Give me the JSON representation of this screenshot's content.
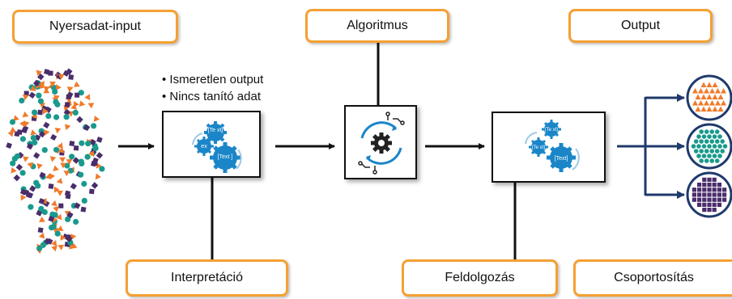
{
  "labels": {
    "raw_input": "Nyersadat-input",
    "algorithm": "Algoritmus",
    "output": "Output",
    "interpretation": "Interpretáció",
    "processing": "Feldolgozás",
    "grouping": "Csoportosítás"
  },
  "notes": [
    "Ismeretlen output",
    "Nincs tanító adat"
  ],
  "gear_texts": {
    "interp": [
      "[Te xt]",
      "ex",
      "[Text ]"
    ],
    "proc": [
      "[Te xt]",
      "[Te xt]",
      "[Text]"
    ]
  },
  "icons": {
    "scatter": "mixed-shapes-scatter",
    "gears": "gear-cluster-icon",
    "algorithm": "gear-circuit-icon",
    "group_triangles": "triangle-group-icon",
    "group_circles": "circle-group-icon",
    "group_squares": "square-group-icon"
  },
  "colors": {
    "accent_orange": "#f5a033",
    "gear_blue": "#1a86c8",
    "arrow_navy": "#1f3a6b",
    "shape_orange": "#f07a2a",
    "shape_teal": "#1a9a8c",
    "shape_purple": "#4a2d6b"
  }
}
